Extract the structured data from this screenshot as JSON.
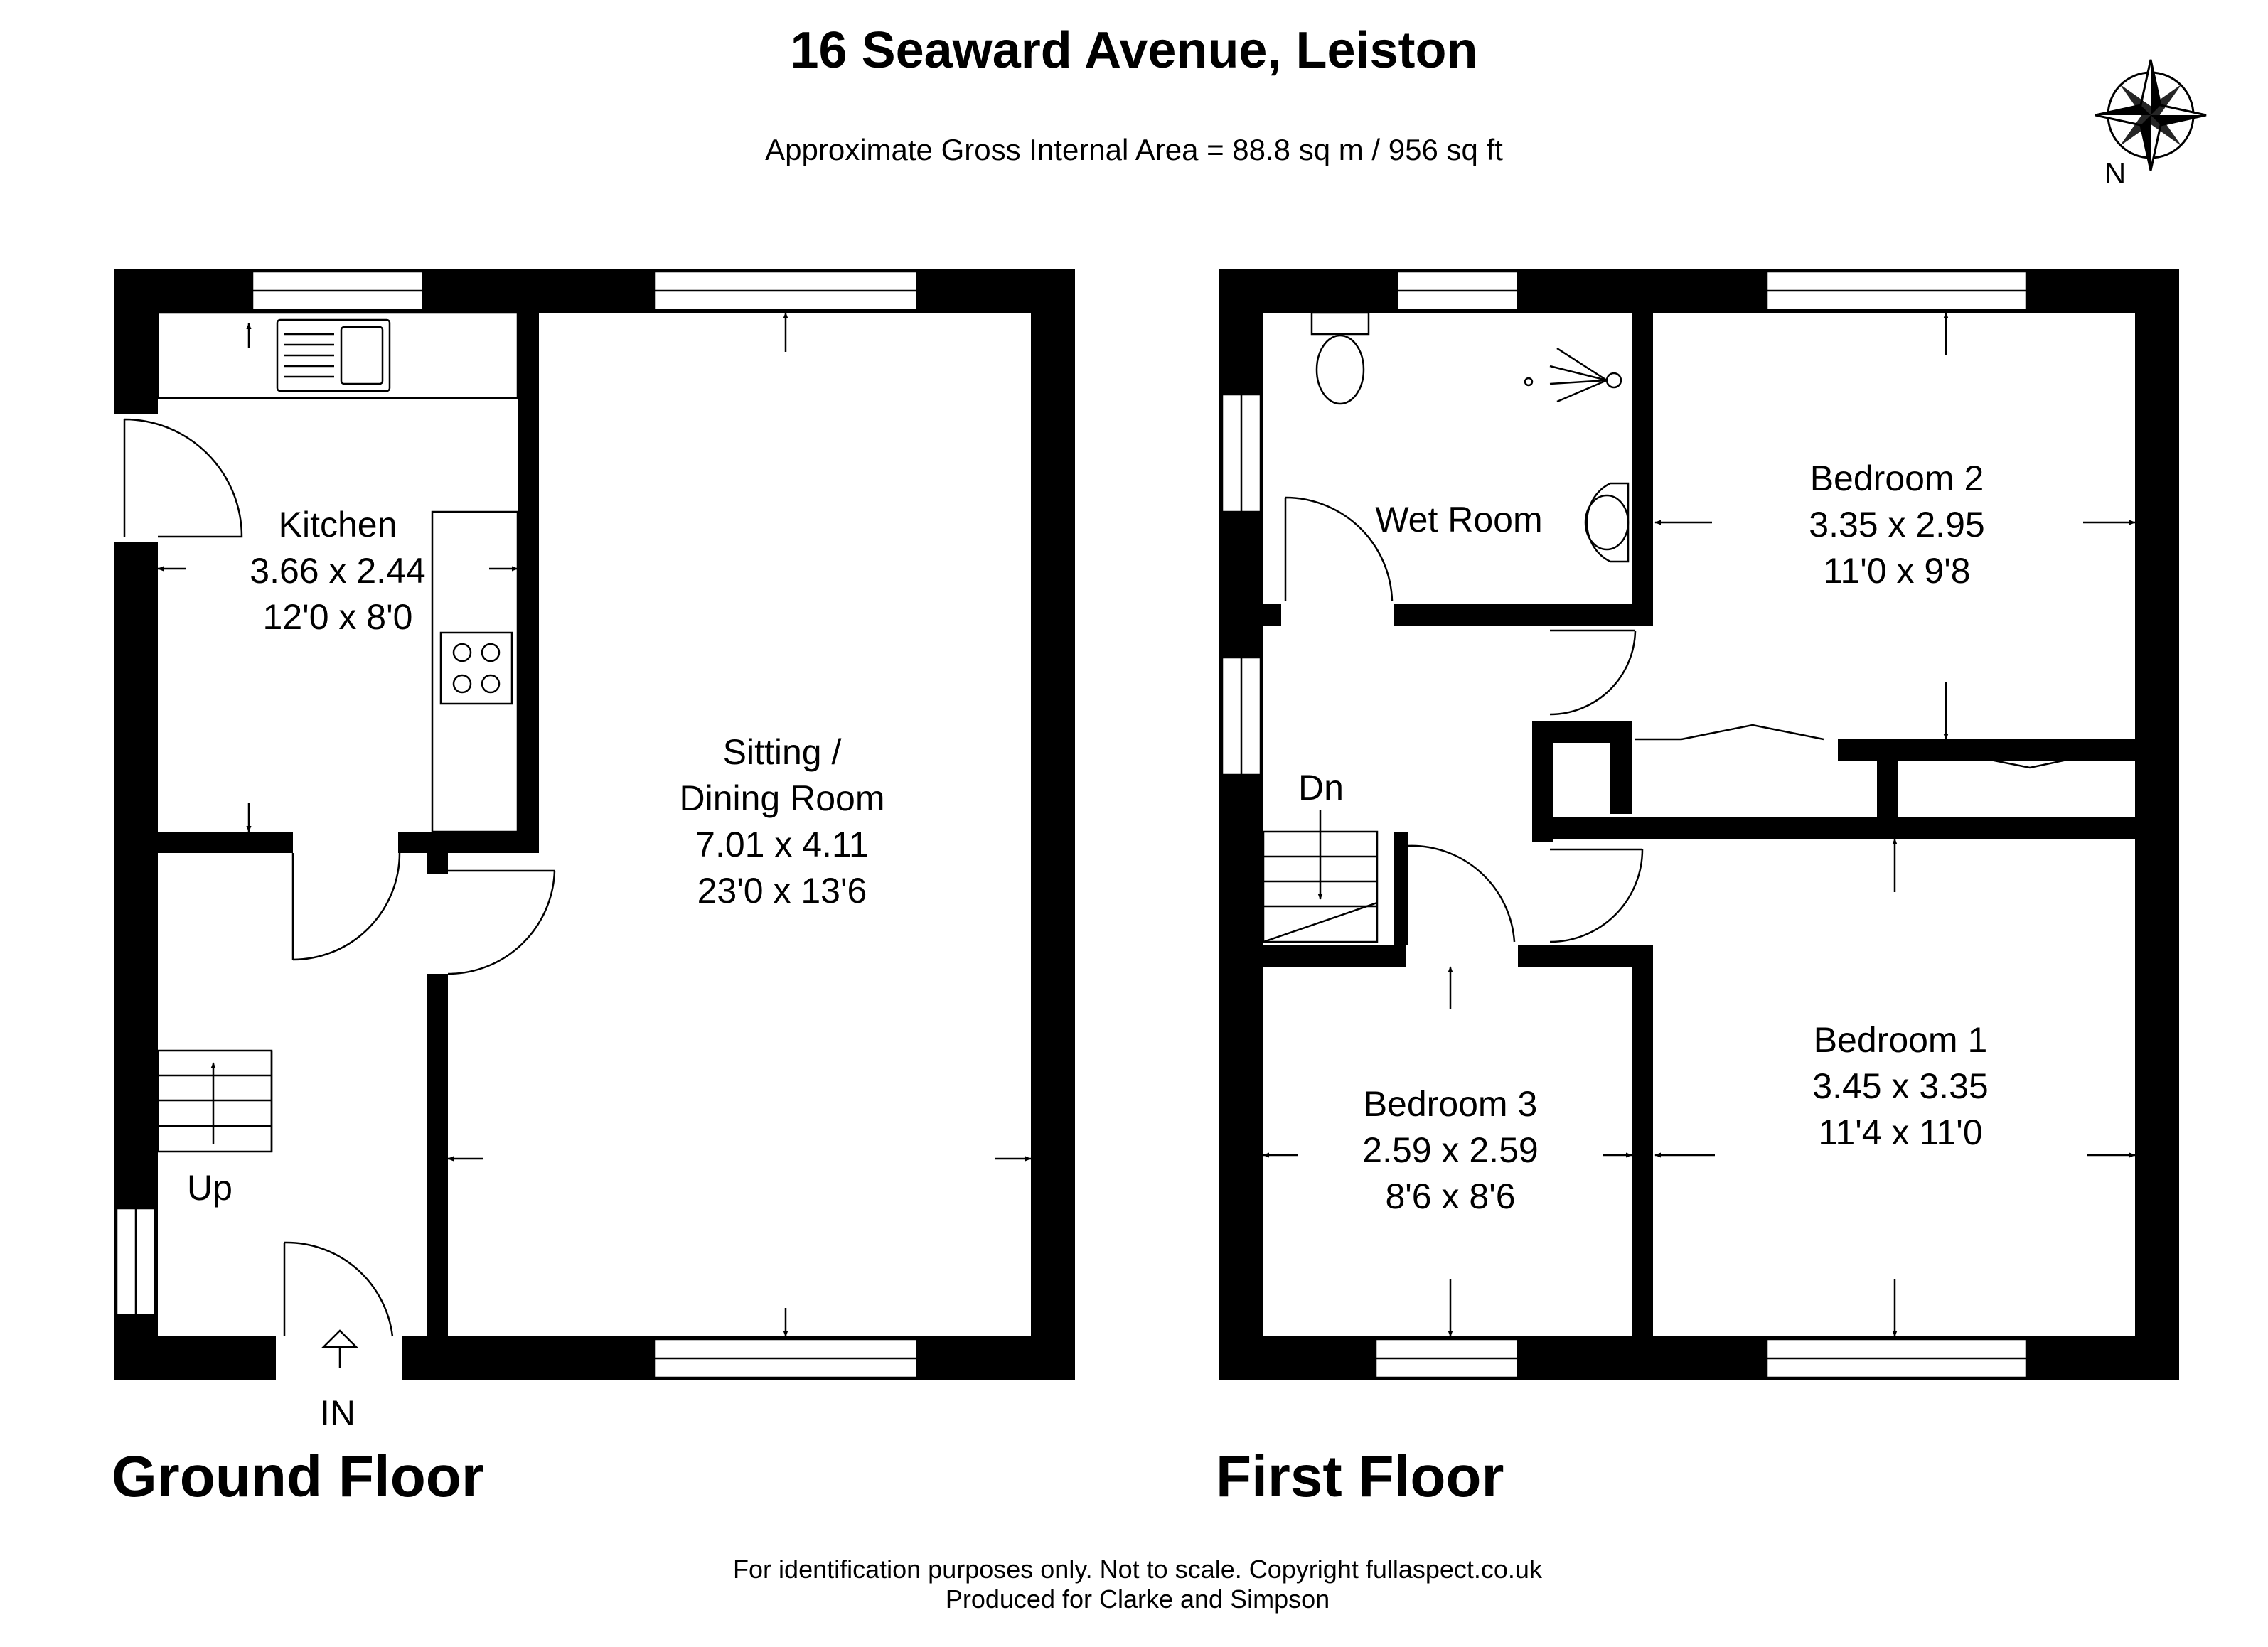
{
  "header": {
    "title": "16 Seaward Avenue, Leiston",
    "area": "Approximate Gross Internal Area = 88.8 sq m / 956 sq ft",
    "compass_label": "N"
  },
  "ground_floor": {
    "label": "Ground Floor",
    "kitchen": {
      "name": "Kitchen",
      "metric": "3.66 x 2.44",
      "imperial": "12'0 x 8'0"
    },
    "sitting": {
      "name_line1": "Sitting /",
      "name_line2": "Dining Room",
      "metric": "7.01 x 4.11",
      "imperial": "23'0 x 13'6"
    },
    "stairs_label": "Up",
    "entrance_label": "IN"
  },
  "first_floor": {
    "label": "First Floor",
    "wet_room": {
      "name": "Wet Room"
    },
    "bedroom2": {
      "name": "Bedroom 2",
      "metric": "3.35 x 2.95",
      "imperial": "11'0 x 9'8"
    },
    "bedroom1": {
      "name": "Bedroom 1",
      "metric": "3.45 x 3.35",
      "imperial": "11'4 x 11'0"
    },
    "bedroom3": {
      "name": "Bedroom 3",
      "metric": "2.59 x 2.59",
      "imperial": "8'6 x 8'6"
    },
    "stairs_label": "Dn"
  },
  "footer": {
    "line1": "For identification purposes only. Not to scale. Copyright fullaspect.co.uk",
    "line2": "Produced for Clarke and Simpson"
  }
}
